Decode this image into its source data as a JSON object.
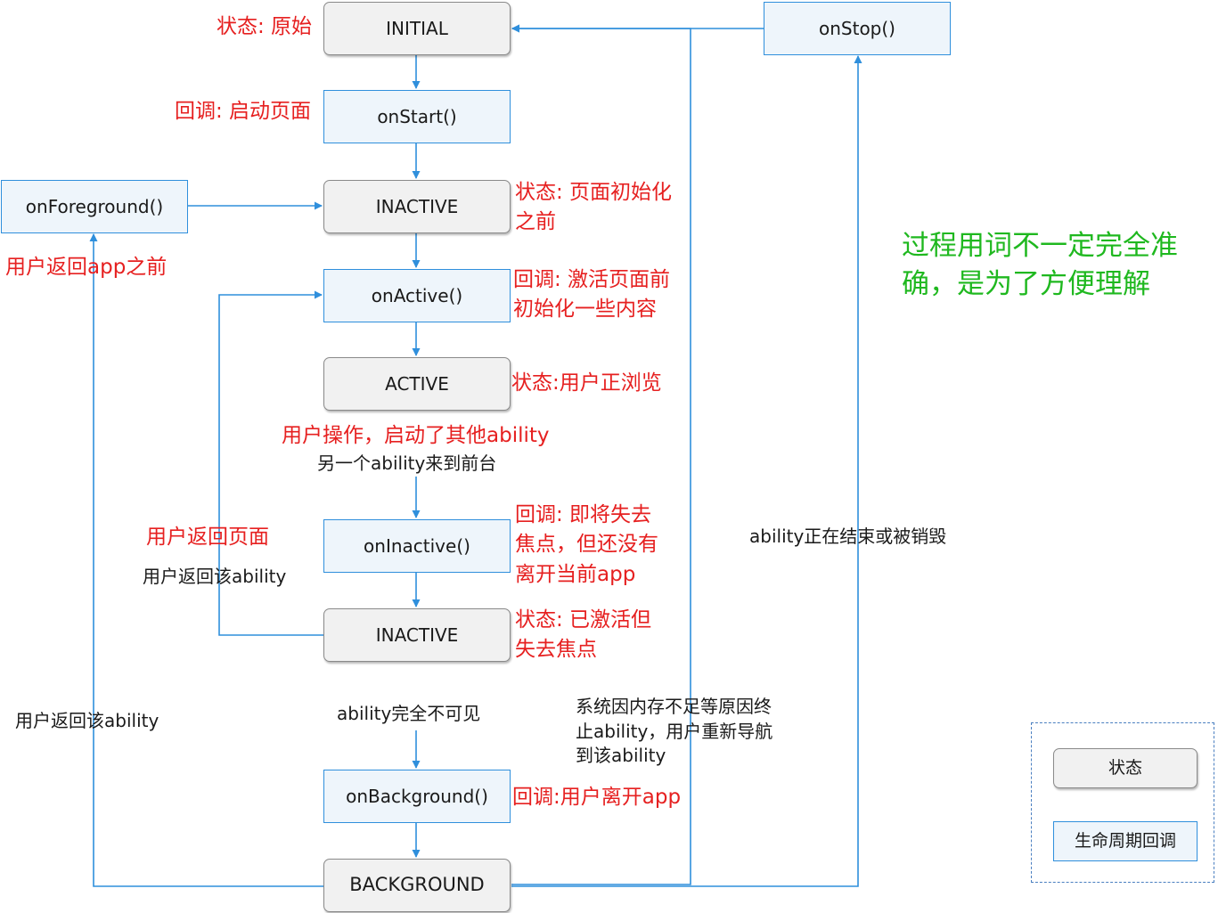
{
  "states": {
    "initial": "INITIAL",
    "inactive_1": "INACTIVE",
    "active": "ACTIVE",
    "inactive_2": "INACTIVE",
    "background": "BACKGROUND"
  },
  "callbacks": {
    "on_start": "onStart()",
    "on_active": "onActive()",
    "on_inactive": "onInactive()",
    "on_background": "onBackground()",
    "on_foreground": "onForeground()",
    "on_stop": "onStop()"
  },
  "annotations": {
    "state_initial": "状态: 原始",
    "cb_on_start": "回调: 启动页面",
    "state_inactive_1": "状态: 页面初始化\n之前",
    "foreground_note": "用户返回app之前",
    "cb_on_active": "回调: 激活页面前\n初始化一些内容",
    "state_active": "状态:用户正浏览",
    "user_op": "用户操作，启动了其他ability",
    "another_ability": "另一个ability来到前台",
    "cb_on_inactive": "回调: 即将失去\n焦点，但还没有\n离开当前app",
    "user_back_page": "用户返回页面",
    "user_back_ability_1": "用户返回该ability",
    "state_inactive_2": "状态: 已激活但\n失去焦点",
    "user_back_ability_2": "用户返回该ability",
    "ability_invisible": "ability完全不可见",
    "system_terminate": "系统因内存不足等原因终\n止ability，用户重新导航\n到该ability",
    "cb_on_background": "回调:用户离开app",
    "ability_destroy": "ability正在结束或被销毁",
    "disclaimer": "过程用词不一定完全准\n确，是为了方便理解"
  },
  "legend": {
    "state_label": "状态",
    "callback_label": "生命周期回调"
  },
  "colors": {
    "arrow": "#2f8fdc",
    "callback_border": "#2f8fdc",
    "callback_fill": "#eef5fb",
    "state_fill": "#f1f1f1",
    "annotation_red": "#e62020",
    "note_green": "#1fb81f"
  }
}
